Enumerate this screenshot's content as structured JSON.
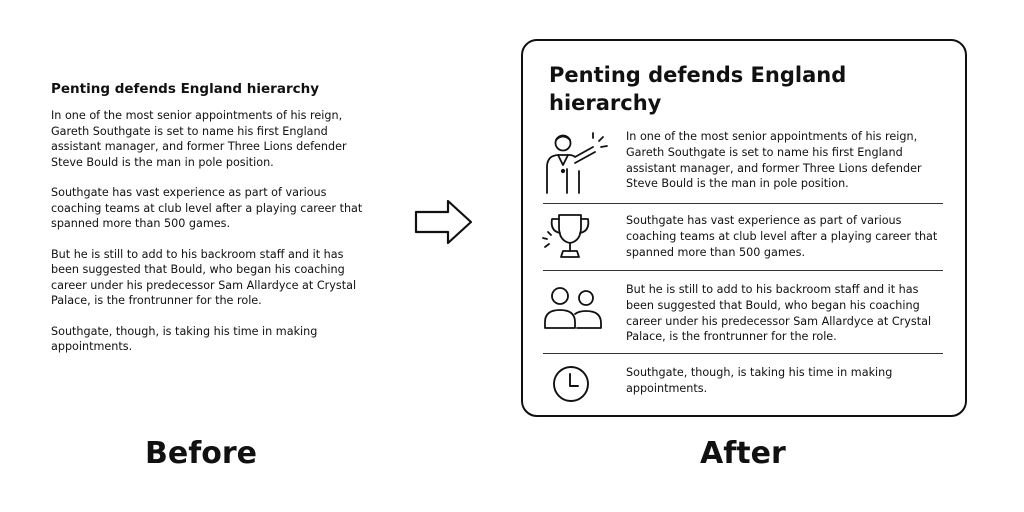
{
  "before": {
    "title": "Penting defends England hierarchy",
    "paragraphs": [
      "In one of the most senior appointments of his reign, Gareth Southgate is set to name his first England assistant manager, and former Three Lions defender Steve Bould is the man in pole position.",
      "Southgate has vast experience as part of various coaching teams at club level after a playing career that spanned more than 500 games.",
      "But he is still to add to his backroom staff and it has been suggested that Bould, who began his coaching career under his predecessor Sam Allardyce at Crystal Palace, is the frontrunner for the role.",
      "Southgate, though, is taking his time in making appointments."
    ]
  },
  "after": {
    "title": "Penting defends England hierarchy",
    "rows": [
      {
        "icon": "pointing-person-icon",
        "text": "In one of the most senior appointments of his reign, Gareth Southgate is set to name his first England assistant manager, and former Three Lions defender Steve Bould is the man in pole position."
      },
      {
        "icon": "trophy-icon",
        "text": "Southgate has vast experience as part of various coaching teams at club level after a playing career that spanned more than 500 games."
      },
      {
        "icon": "two-people-icon",
        "text": "But he is still to add to his backroom staff and it has been suggested that Bould, who began his coaching career under his predecessor Sam Allardyce at Crystal Palace, is the frontrunner for the role."
      },
      {
        "icon": "clock-icon",
        "text": "Southgate, though, is taking his time in making appointments."
      }
    ]
  },
  "arrow_icon": "right-arrow-icon",
  "captions": {
    "before": "Before",
    "after": "After"
  }
}
